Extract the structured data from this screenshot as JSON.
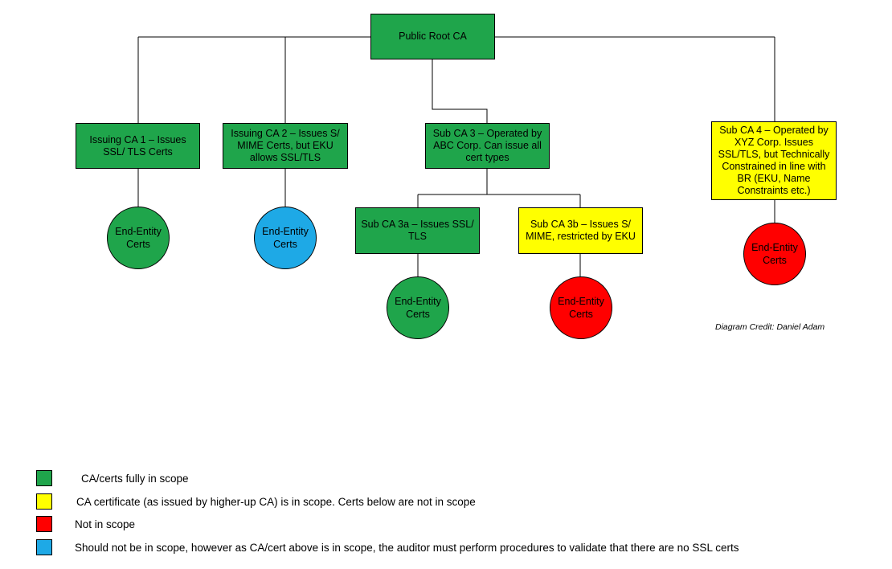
{
  "colors": {
    "in_scope": "#1fa54b",
    "ca_cert_in_scope": "#ffff00",
    "not_in_scope": "#ff0000",
    "validate": "#1ea9e6"
  },
  "nodes": {
    "root": "Public Root CA",
    "issuing_ca1": "Issuing CA 1 – Issues SSL/ TLS Certs",
    "issuing_ca2": "Issuing CA 2 – Issues S/ MIME Certs, but EKU allows SSL/TLS",
    "sub_ca3": "Sub CA 3 – Operated by ABC Corp. Can issue all cert types",
    "sub_ca3a": "Sub CA 3a – Issues SSL/ TLS",
    "sub_ca3b": "Sub CA 3b – Issues S/ MIME, restricted by EKU",
    "sub_ca4": "Sub CA 4 – Operated by XYZ Corp. Issues SSL/TLS, but Technically Constrained in line with BR (EKU, Name Constraints etc.)"
  },
  "end_entity_label": "End-Entity Certs",
  "credit": "Diagram Credit: Daniel Adam",
  "legend": [
    {
      "color": "#1fa54b",
      "text": "CA/certs fully in scope"
    },
    {
      "color": "#ffff00",
      "text": "CA certificate (as issued by higher-up CA) is in scope. Certs below are not in scope"
    },
    {
      "color": "#ff0000",
      "text": "Not in scope"
    },
    {
      "color": "#1ea9e6",
      "text": "Should not be in scope, however as CA/cert above is in scope, the auditor must perform procedures to validate that there are no SSL certs"
    }
  ]
}
